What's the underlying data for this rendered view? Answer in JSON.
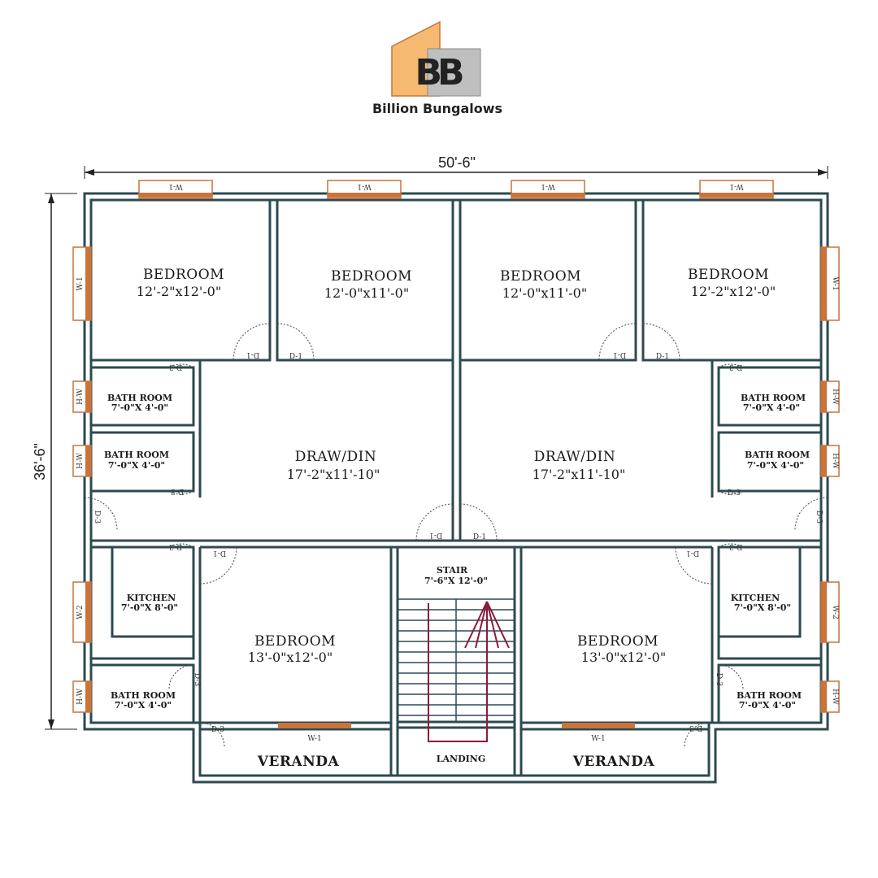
{
  "brand": {
    "logo_letters": "BB",
    "name": "Billion Bungalows"
  },
  "dimensions": {
    "width": "50'-6\"",
    "depth": "36'-6\""
  },
  "rooms": {
    "bedroom_1": {
      "title": "BEDROOM",
      "size": "12'-2\"x12'-0\""
    },
    "bedroom_2": {
      "title": "BEDROOM",
      "size": "12'-0\"x11'-0\""
    },
    "bedroom_3": {
      "title": "BEDROOM",
      "size": "12'-0\"x11'-0\""
    },
    "bedroom_4": {
      "title": "BEDROOM",
      "size": "12'-2\"x12'-0\""
    },
    "bath_1": {
      "title": "BATH ROOM",
      "size": "7'-0\"X 4'-0\""
    },
    "bath_2": {
      "title": "BATH ROOM",
      "size": "7'-0\"X 4'-0\""
    },
    "bath_3": {
      "title": "BATH ROOM",
      "size": "7'-0\"X 4'-0\""
    },
    "bath_4": {
      "title": "BATH ROOM",
      "size": "7'-0\"X 4'-0\""
    },
    "bath_5": {
      "title": "BATH ROOM",
      "size": "7'-0\"X 4'-0\""
    },
    "bath_6": {
      "title": "BATH ROOM",
      "size": "7'-0\"X 4'-0\""
    },
    "draw_din_left": {
      "title": "DRAW/DIN",
      "size": "17'-2\"x11'-10\""
    },
    "draw_din_right": {
      "title": "DRAW/DIN",
      "size": "17'-2\"x11'-10\""
    },
    "kitchen_left": {
      "title": "KITCHEN",
      "size": "7'-0\"X 8'-0\""
    },
    "kitchen_right": {
      "title": "KITCHEN",
      "size": "7'-0\"X 8'-0\""
    },
    "bedroom_5": {
      "title": "BEDROOM",
      "size": "13'-0\"x12'-0\""
    },
    "bedroom_6": {
      "title": "BEDROOM",
      "size": "13'-0\"x12'-0\""
    },
    "stair": {
      "title": "STAIR",
      "size": "7'-6\"X 12'-0\""
    },
    "landing": {
      "title": "LANDING"
    },
    "veranda_left": {
      "title": "VERANDA"
    },
    "veranda_right": {
      "title": "VERANDA"
    }
  },
  "tags": {
    "w1": "W-1",
    "w2": "W-2",
    "hw": "H-W",
    "d1": "D-1",
    "d3": "D-3"
  },
  "colors": {
    "wall": "#2c4a52",
    "window": "#c8743a",
    "arrow": "#8b1a3a",
    "logo_orange": "#f5b971",
    "logo_gray": "#bfbfbf"
  }
}
